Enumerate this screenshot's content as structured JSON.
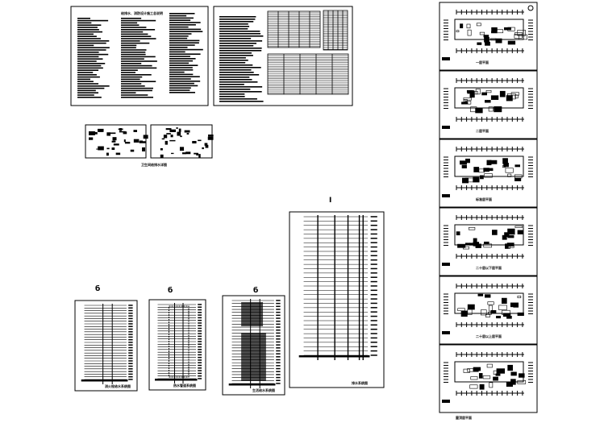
{
  "sheets": {
    "notes_title": "给排水、消防设计施工总说明",
    "bathroom_detail": "卫生间给排水详图",
    "plans": [
      "一层平面",
      "二层平面",
      "标准层平面",
      "二十层以下层平面",
      "二十层以上层平面",
      "屋顶层平面"
    ],
    "systems": [
      "消火栓给水系统图",
      "热水管道系统图",
      "生活给水系统图",
      "排水系统图"
    ],
    "markers": [
      "б",
      "б",
      "б",
      "I"
    ]
  },
  "colors": {
    "line": "#000000",
    "background": "#ffffff"
  }
}
